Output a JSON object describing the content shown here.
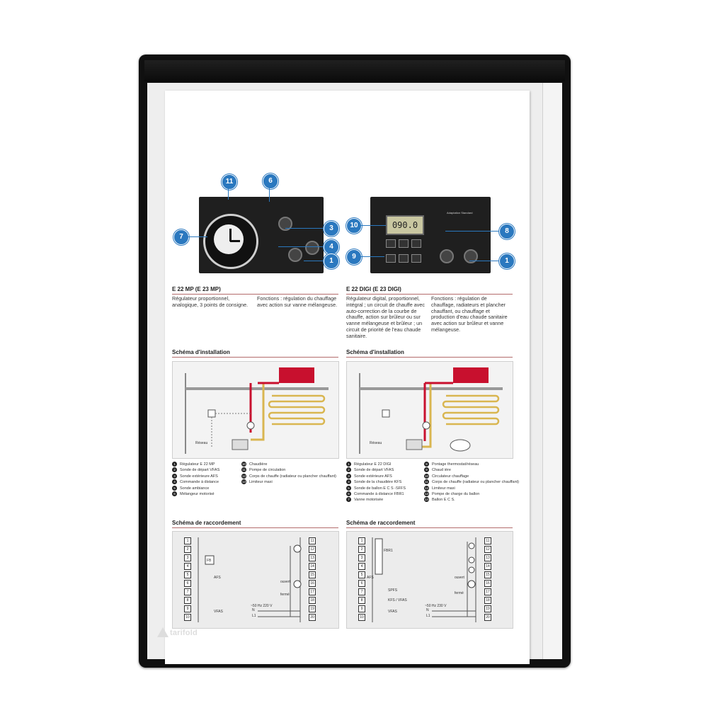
{
  "brand": "tarifold",
  "left": {
    "model": "E 22 MP (E 23 MP)",
    "desc_a": "Régulateur proportionnel, analogique, 3 points de consigne.",
    "desc_b": "Fonctions : régulation du chauffage avec action sur vanne mélangeuse.",
    "callouts": [
      "11",
      "6",
      "7",
      "3",
      "4",
      "1"
    ],
    "install_title": "Schéma d'installation",
    "install_reseau": "Réseau",
    "legend_a": [
      {
        "n": "1",
        "t": "Régulateur E 22 MP"
      },
      {
        "n": "2",
        "t": "Sonde de départ VFAS"
      },
      {
        "n": "3",
        "t": "Sonde extérieure AFS"
      },
      {
        "n": "4",
        "t": "Commande à distance"
      },
      {
        "n": "5",
        "t": "Sonde ambiance"
      },
      {
        "n": "6",
        "t": "Mélangeur motorisé"
      }
    ],
    "legend_b": [
      {
        "n": "10",
        "t": "Chaudière"
      },
      {
        "n": "11",
        "t": "Pompe de circulation"
      },
      {
        "n": "12",
        "t": "Corps de chauffe (radiateur ou plancher chauffant)"
      },
      {
        "n": "13",
        "t": "Limiteur maxi"
      }
    ],
    "wiring_title": "Schéma de raccordement",
    "wiring_left_boxes": [
      "1",
      "2",
      "3",
      "4",
      "5",
      "6",
      "7",
      "8",
      "9",
      "10"
    ],
    "wiring_right_boxes": [
      "11",
      "12",
      "13",
      "14",
      "15",
      "16",
      "17",
      "18",
      "19",
      "20"
    ],
    "wiring_labels": {
      "afs": "AFS",
      "vfas": "VFAS",
      "ouvert": "ouvert",
      "ferme": "fermé",
      "supply": "~50 Hz 220 V",
      "n": "N",
      "l1": "L1",
      "fb": "FB"
    }
  },
  "right": {
    "model": "E 22 DIGI (E 23 DIGI)",
    "desc_a": "Régulateur digital, proportionnel, intégral ; un circuit de chauffe avec auto-correction de la courbe de chauffe, action sur brûleur ou sur vanne mélangeuse et brûleur ; un circuit de priorité de l'eau chaude sanitaire.",
    "desc_b": "Fonctions : régulation de chauffage, radiateurs et plancher chauffant, ou chauffage et production d'eau chaude sanitaire avec action sur brûleur et vanne mélangeuse.",
    "lcd": "090.0",
    "panel_label": "Adaptation Standard",
    "callouts": [
      "10",
      "9",
      "8",
      "1"
    ],
    "install_title": "Schéma d'installation",
    "install_reseau": "Réseau",
    "legend_a": [
      {
        "n": "1",
        "t": "Régulateur E 22 DIGI"
      },
      {
        "n": "2",
        "t": "Sonde de départ VFAS"
      },
      {
        "n": "3",
        "t": "Sonde extérieure AFS"
      },
      {
        "n": "4",
        "t": "Sonde de la chaudière KFS"
      },
      {
        "n": "5",
        "t": "Sonde de ballon E C S -SFFS"
      },
      {
        "n": "6",
        "t": "Commande à distance FBR1"
      },
      {
        "n": "7",
        "t": "Vanne motorisée"
      }
    ],
    "legend_b": [
      {
        "n": "8",
        "t": "Pontage thermostat/réseau"
      },
      {
        "n": "9",
        "t": "Chaud ière"
      },
      {
        "n": "10",
        "t": "Circulateur chauffage"
      },
      {
        "n": "11",
        "t": "Corps de chauffe (radiateur ou plancher chauffant)"
      },
      {
        "n": "12",
        "t": "Limiteur maxi"
      },
      {
        "n": "13",
        "t": "Pompe de charge du ballon"
      },
      {
        "n": "14",
        "t": "Ballon E C S."
      }
    ],
    "wiring_title": "Schéma de raccordement",
    "wiring_left_boxes": [
      "1",
      "2",
      "3",
      "4",
      "5",
      "6",
      "7",
      "8",
      "9",
      "10"
    ],
    "wiring_right_boxes": [
      "11",
      "12",
      "13",
      "14",
      "15",
      "16",
      "17",
      "18",
      "19",
      "20"
    ],
    "wiring_labels": {
      "afs": "AFS",
      "spfs": "SPFS",
      "kfs": "KFS / VFAS",
      "vfas": "VFAS",
      "ouvert": "ouvert",
      "ferme": "fermé",
      "supply": "~50 Hz 230 V",
      "n": "N",
      "l1": "L1",
      "fbr": "FBR1"
    }
  }
}
